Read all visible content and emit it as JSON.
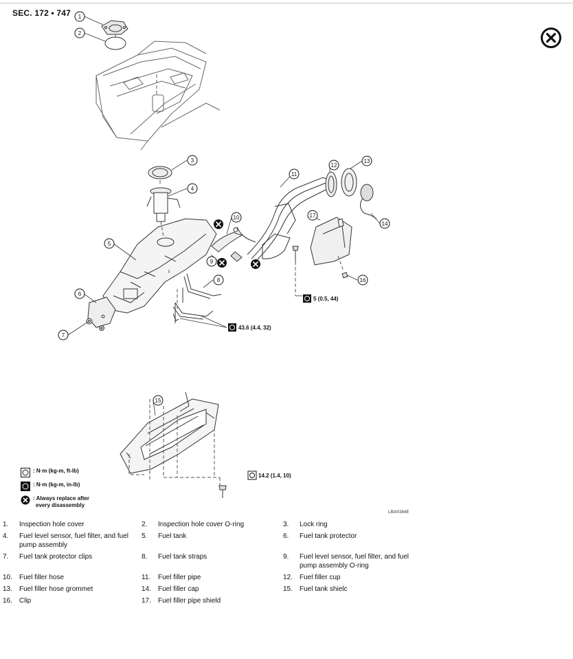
{
  "section_label": "SEC. 172 • 747",
  "figure_code": "LBIA0384E",
  "callouts": [
    "1",
    "2",
    "3",
    "4",
    "5",
    "6",
    "7",
    "8",
    "9",
    "10",
    "11",
    "12",
    "13",
    "14",
    "15",
    "16",
    "17"
  ],
  "torque_labels": {
    "filler_pipe_bolt": "5 (0.5, 44)",
    "strap_bolts": "43.6 (4.4, 32)",
    "shield_bolt": "14.2 (1.4, 10)"
  },
  "legend": {
    "nm_ftlb": ": N·m (kg-m, ft-lb)",
    "nm_inlb": ": N·m (kg-m, in-lb)",
    "replace_line1": ": Always replace after",
    "replace_line2": "every disassembly"
  },
  "parts": [
    {
      "num": "1.",
      "name": "Inspection hole cover"
    },
    {
      "num": "2.",
      "name": "Inspection hole cover O-ring"
    },
    {
      "num": "3.",
      "name": "Lock ring"
    },
    {
      "num": "4.",
      "name": "Fuel level sensor, fuel filter, and fuel",
      "name2": "pump assembly"
    },
    {
      "num": "5.",
      "name": "Fuel tank"
    },
    {
      "num": "6.",
      "name": "Fuel tank protector"
    },
    {
      "num": "7.",
      "name": "Fuel tank protector clips"
    },
    {
      "num": "8.",
      "name": "Fuel tank straps"
    },
    {
      "num": "9.",
      "name": "Fuel level sensor, fuel filter, and fuel",
      "name2": "pump assembly O-ring"
    },
    {
      "num": "10.",
      "name": "Fuel filler hose"
    },
    {
      "num": "11.",
      "name": "Fuel filler pipe"
    },
    {
      "num": "12.",
      "name": "Fuel filler cup"
    },
    {
      "num": "13.",
      "name": "Fuel filler hose grommet"
    },
    {
      "num": "14.",
      "name": "Fuel filler cap"
    },
    {
      "num": "15.",
      "name": "Fuel tank shielc"
    },
    {
      "num": "16.",
      "name": "Clip"
    },
    {
      "num": "17.",
      "name": "Fuel filler pipe shield"
    }
  ]
}
